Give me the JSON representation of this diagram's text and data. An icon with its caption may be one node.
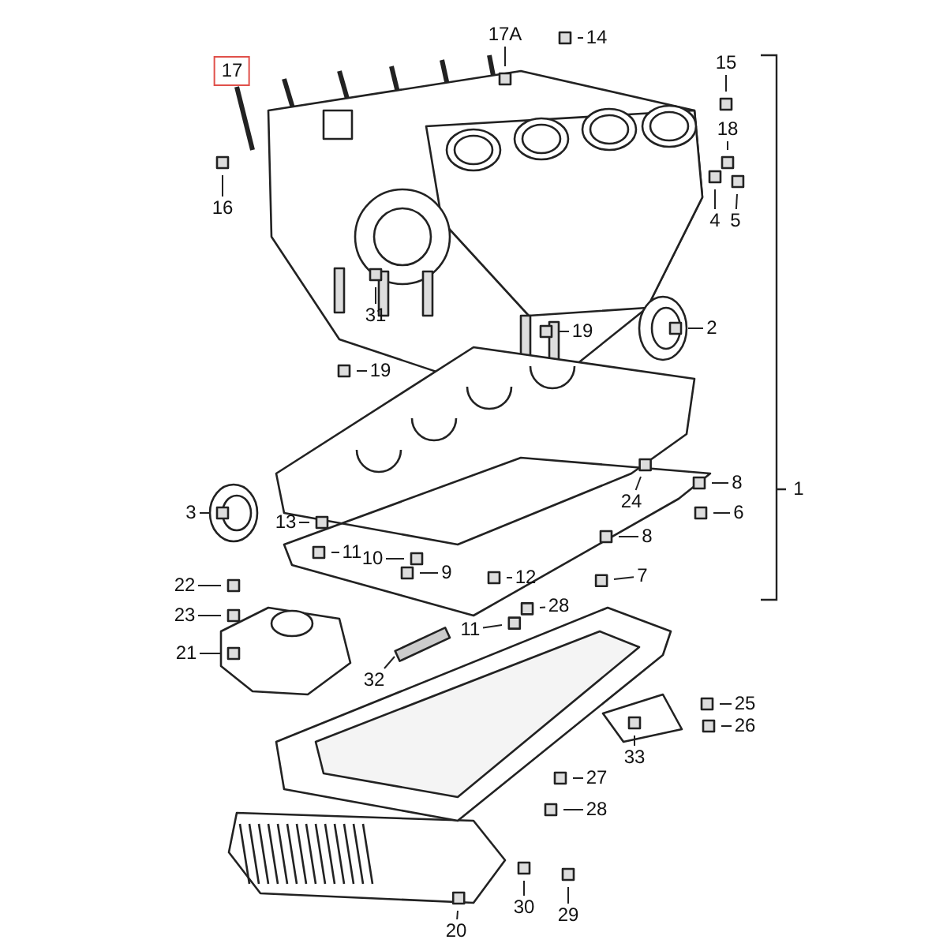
{
  "diagram": {
    "nodes": [
      {
        "text": [
          "17"
        ]
      },
      {
        "text": [
          "17A"
        ]
      },
      {
        "text": [
          "14"
        ]
      },
      {
        "text": [
          "15"
        ]
      },
      {
        "text": [
          "18"
        ]
      },
      {
        "text": [
          "16"
        ]
      },
      {
        "text": [
          "4"
        ]
      },
      {
        "text": [
          "5"
        ]
      },
      {
        "text": [
          "31"
        ]
      },
      {
        "text": [
          "2"
        ]
      },
      {
        "text": [
          "19"
        ]
      },
      {
        "text": [
          "19"
        ]
      },
      {
        "text": [
          "8"
        ]
      },
      {
        "text": [
          "24"
        ]
      },
      {
        "text": [
          "6"
        ]
      },
      {
        "text": [
          "3"
        ]
      },
      {
        "text": [
          "13"
        ]
      },
      {
        "text": [
          "8"
        ]
      },
      {
        "text": [
          "11"
        ]
      },
      {
        "text": [
          "10"
        ]
      },
      {
        "text": [
          "9"
        ]
      },
      {
        "text": [
          "7"
        ]
      },
      {
        "text": [
          "12"
        ]
      },
      {
        "text": [
          "22"
        ]
      },
      {
        "text": [
          "28"
        ]
      },
      {
        "text": [
          "23"
        ]
      },
      {
        "text": [
          "11"
        ]
      },
      {
        "text": [
          "21"
        ]
      },
      {
        "text": [
          "32"
        ]
      },
      {
        "text": [
          "25"
        ]
      },
      {
        "text": [
          "26"
        ]
      },
      {
        "text": [
          "33"
        ]
      },
      {
        "text": [
          "27"
        ]
      },
      {
        "text": [
          "28"
        ]
      },
      {
        "text": [
          "30"
        ]
      },
      {
        "text": [
          "29"
        ]
      },
      {
        "text": [
          "20"
        ]
      }
    ],
    "edges": [
      {
        "from": 1,
        "to": null,
        "arrow": "none"
      },
      {
        "from": 2,
        "to": null,
        "arrow": "none"
      },
      {
        "from": 3,
        "to": null,
        "arrow": "none"
      },
      {
        "from": 4,
        "to": null,
        "arrow": "none"
      },
      {
        "from": 5,
        "to": null,
        "arrow": "none"
      },
      {
        "from": 6,
        "to": null,
        "arrow": "none"
      },
      {
        "from": 7,
        "to": null,
        "arrow": "none"
      },
      {
        "from": 8,
        "to": null,
        "arrow": "none"
      },
      {
        "from": 9,
        "to": null,
        "arrow": "none"
      },
      {
        "from": 10,
        "to": null,
        "arrow": "none"
      },
      {
        "from": 11,
        "to": null,
        "arrow": "none"
      },
      {
        "from": 12,
        "to": null,
        "arrow": "none"
      },
      {
        "from": 13,
        "to": null,
        "arrow": "none"
      },
      {
        "from": 14,
        "to": null,
        "arrow": "none"
      },
      {
        "from": 15,
        "to": null,
        "arrow": "none"
      },
      {
        "from": 16,
        "to": null,
        "arrow": "none"
      },
      {
        "from": 17,
        "to": null,
        "arrow": "none"
      },
      {
        "from": 18,
        "to": null,
        "arrow": "none"
      },
      {
        "from": 19,
        "to": null,
        "arrow": "none"
      },
      {
        "from": 20,
        "to": null,
        "arrow": "none"
      },
      {
        "from": 21,
        "to": null,
        "arrow": "none"
      },
      {
        "from": 22,
        "to": null,
        "arrow": "none"
      },
      {
        "from": 23,
        "to": null,
        "arrow": "none"
      },
      {
        "from": 24,
        "to": null,
        "arrow": "none"
      },
      {
        "from": 25,
        "to": null,
        "arrow": "none"
      },
      {
        "from": 26,
        "to": null,
        "arrow": "none"
      },
      {
        "from": 27,
        "to": null,
        "arrow": "none"
      },
      {
        "from": 28,
        "to": null,
        "arrow": "none"
      },
      {
        "from": 29,
        "to": null,
        "arrow": "none"
      },
      {
        "from": 30,
        "to": null,
        "arrow": "none"
      },
      {
        "from": 31,
        "to": null,
        "arrow": "none"
      },
      {
        "from": 32,
        "to": null,
        "arrow": "none"
      },
      {
        "from": 33,
        "to": null,
        "arrow": "none"
      },
      {
        "from": 34,
        "to": null,
        "arrow": "none"
      },
      {
        "from": 35,
        "to": null,
        "arrow": "none"
      },
      {
        "from": 36,
        "to": null,
        "arrow": "none"
      }
    ],
    "labels": [
      "1"
    ]
  }
}
